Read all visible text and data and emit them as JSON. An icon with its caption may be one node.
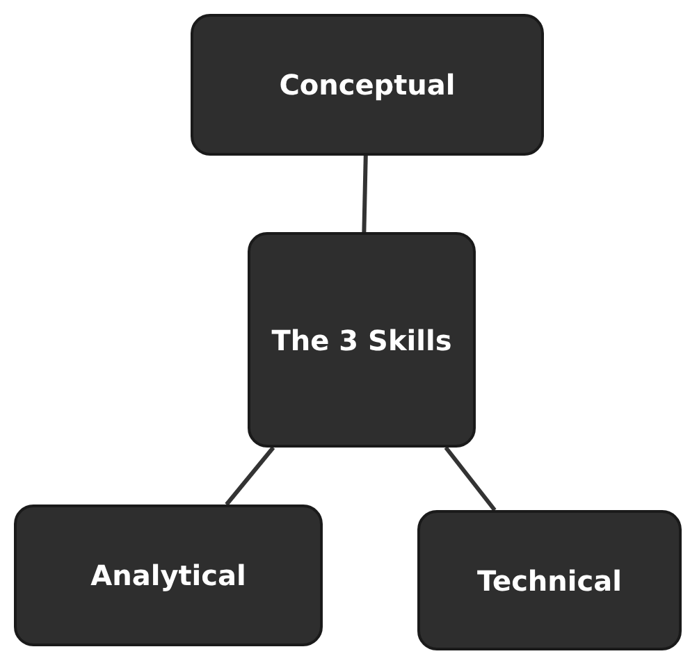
{
  "diagram": {
    "nodes": [
      {
        "text": [
          "Conceptual"
        ]
      },
      {
        "text": [
          "The 3 Skills"
        ]
      },
      {
        "text": [
          "Analytical"
        ]
      },
      {
        "text": [
          "Technical"
        ]
      }
    ],
    "edges": [
      {
        "from": 1,
        "to": 0,
        "arrow": "none"
      },
      {
        "from": 1,
        "to": 2,
        "arrow": "none"
      },
      {
        "from": 1,
        "to": 3,
        "arrow": "none"
      }
    ]
  }
}
